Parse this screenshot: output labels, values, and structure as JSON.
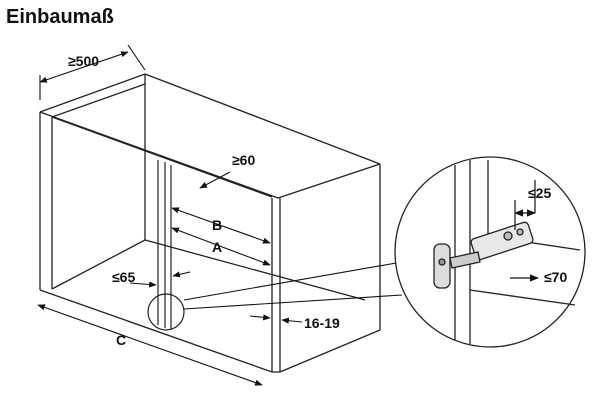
{
  "title": "Einbaumaß",
  "labels": {
    "depth": "≥500",
    "top_clearance": "≥60",
    "dim_b": "B",
    "dim_a": "A",
    "side_offset": "≤65",
    "width_c": "C",
    "thickness": "16-19",
    "detail_top": "≤25",
    "detail_bottom": "≤70"
  }
}
